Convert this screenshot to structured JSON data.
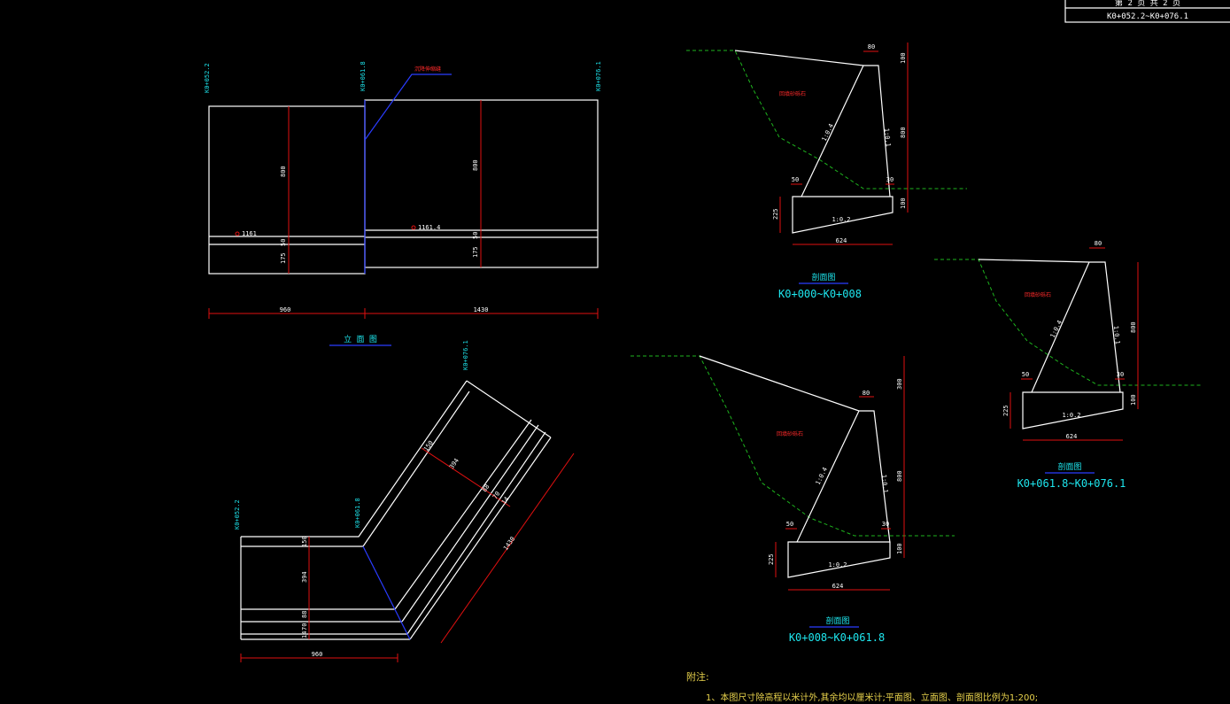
{
  "title_block": {
    "row1": "第 2 页 共 2 页",
    "row2": "K0+052.2~K0+076.1"
  },
  "elevation": {
    "station_left": "K0+052.2",
    "station_mid": "K0+061.8",
    "station_right": "K0+076.1",
    "joint_label": "沉降伸缩缝",
    "h_left": "800",
    "h_right": "800",
    "b50_left": "50",
    "b175_left": "175",
    "b50_right": "50",
    "b175_right": "175",
    "elev_left": "1161",
    "elev_right": "1161.4",
    "len_left": "960",
    "len_right": "1430",
    "caption": "立 面 图"
  },
  "plan": {
    "station_left": "K0+052.2",
    "station_mid": "K0+061.8",
    "station_right": "K0+076.1",
    "d150": "150",
    "d394": "394",
    "d88": "88",
    "d70": "70",
    "d14": "14",
    "d_a": "150",
    "d_b": "394",
    "d_c": "88",
    "d_d": "70",
    "d_e": "14",
    "len_bottom": "960",
    "len_diag": "1430"
  },
  "sec1": {
    "top_w": "80",
    "h_top": "100",
    "h_mid": "800",
    "h_bot": "100",
    "slope_back": "1:0.4",
    "slope_face": "1:0.1",
    "toe": "50",
    "heel": "30",
    "base_h": "225",
    "base_slope": "1:0.2",
    "base_w": "624",
    "fill_label": "回填砂砾石",
    "caption": "剖面图",
    "range": "K0+000~K0+008"
  },
  "sec2": {
    "top_w": "80",
    "h_top": "300",
    "h_mid": "800",
    "h_bot": "100",
    "slope_back": "1:0.4",
    "slope_face": "1:0.1",
    "toe": "50",
    "heel": "30",
    "base_h": "225",
    "base_slope": "1:0.2",
    "base_w": "624",
    "fill_label": "回填砂砾石",
    "caption": "剖面图",
    "range": "K0+008~K0+061.8"
  },
  "sec3": {
    "top_w": "80",
    "h_mid": "800",
    "h_bot": "100",
    "slope_back": "1:0.4",
    "slope_face": "1:0.1",
    "toe": "50",
    "heel": "30",
    "base_h": "225",
    "base_slope": "1:0.2",
    "base_w": "624",
    "fill_label": "回填砂砾石",
    "caption": "剖面图",
    "range": "K0+061.8~K0+076.1"
  },
  "notes": {
    "heading": "附注:",
    "line1": "1、本图尺寸除高程以米计外,其余均以厘米计;平面图、立面图、剖面图比例为1:200;"
  }
}
